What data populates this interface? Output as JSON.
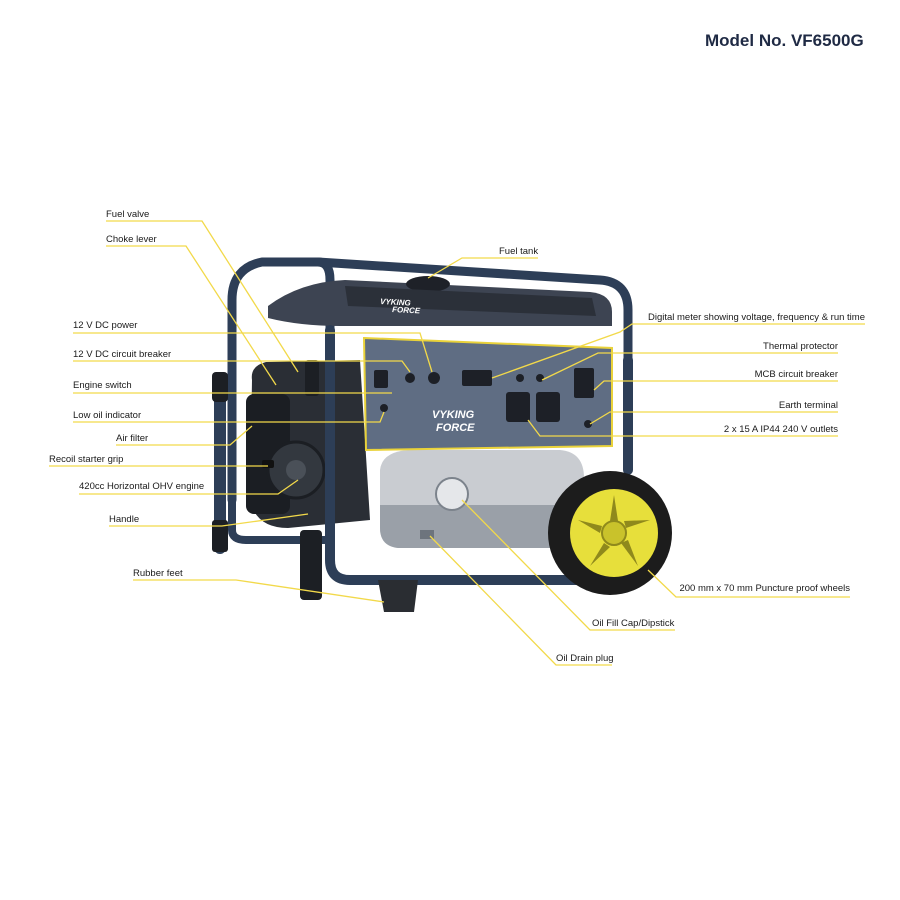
{
  "header": {
    "model": "Model No. VF6500G"
  },
  "brand": {
    "logo_line1": "VYKING",
    "logo_line2": "FORCE",
    "panel_logo_line1": "VYKING",
    "panel_logo_line2": "FORCE"
  },
  "colors": {
    "callout_line": "#f2d94a",
    "frame": "#2d3e57",
    "panel": "#5f6d83",
    "panel_trim": "#e9d23a",
    "wheel": "#e7df3b",
    "tyre": "#1c1c1c",
    "title": "#1f2a44"
  },
  "callouts": {
    "fuel_valve": "Fuel valve",
    "choke_lever": "Choke lever",
    "dc_power": "12 V DC power",
    "dc_breaker": "12 V DC circuit breaker",
    "engine_switch": "Engine switch",
    "low_oil": "Low oil indicator",
    "air_filter": "Air filter",
    "recoil": "Recoil starter grip",
    "engine": "420cc Horizontal OHV engine",
    "handle": "Handle",
    "rubber_feet": "Rubber feet",
    "fuel_tank": "Fuel tank",
    "digital_meter": "Digital meter showing voltage, frequency & run time",
    "thermal": "Thermal protector",
    "mcb": "MCB circuit breaker",
    "earth": "Earth terminal",
    "outlets": "2 x 15 A IP44 240 V outlets",
    "wheels": "200 mm x 70 mm Puncture proof wheels",
    "oil_fill": "Oil Fill Cap/Dipstick",
    "oil_drain": "Oil Drain plug"
  }
}
